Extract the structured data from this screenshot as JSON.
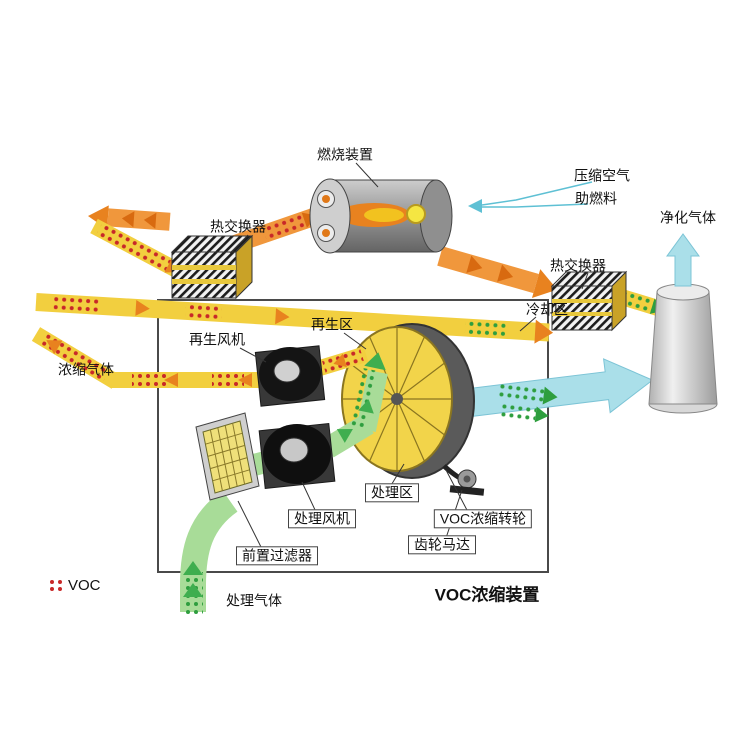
{
  "diagram": {
    "title": "VOC浓缩装置",
    "legend": {
      "marker": "red-dots",
      "label": "VOC"
    },
    "labels": {
      "combustion_device": "燃烧装置",
      "compressed_air": "压缩空气",
      "auxiliary_fuel": "助燃料",
      "purified_gas": "净化气体",
      "heat_exchanger_left": "热交换器",
      "heat_exchanger_right": "热交换器",
      "cooling_zone": "冷却区",
      "regeneration_zone": "再生区",
      "regeneration_fan": "再生风机",
      "concentrated_gas": "浓缩气体",
      "treatment_zone": "处理区",
      "voc_rotor": "VOC浓缩转轮",
      "treatment_fan": "处理风机",
      "gear_motor": "齿轮马达",
      "pre_filter": "前置过滤器",
      "treatment_gas": "处理气体"
    },
    "colors": {
      "duct_yellow": "#f2cf3f",
      "duct_orange": "#f0973c",
      "arrow_orange": "#e8821f",
      "clean_air_cyan": "#aadfe9",
      "treated_air_green": "#a8dc98",
      "green_dot": "#2e9e3e",
      "red_dot": "#c82828",
      "rotor_yellow": "#f2d44a"
    }
  }
}
